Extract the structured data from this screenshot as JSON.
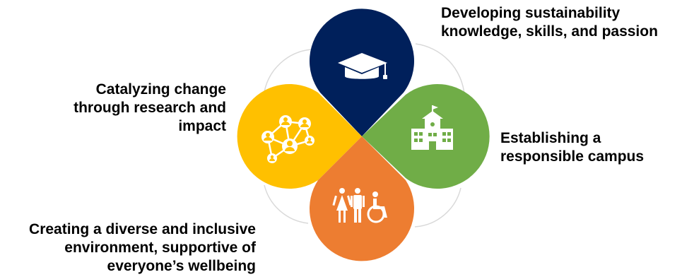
{
  "petals": [
    {
      "id": "education",
      "color": "#00205B",
      "icon": "graduation-cap-icon",
      "label_lines": [
        "Developing sustainability",
        "knowledge, skills, and passion"
      ]
    },
    {
      "id": "campus",
      "color": "#70AD47",
      "icon": "school-building-icon",
      "label_lines": [
        "Establishing a",
        "responsible campus"
      ]
    },
    {
      "id": "research",
      "color": "#FFC000",
      "icon": "network-people-icon",
      "label_lines": [
        "Catalyzing change",
        "through research and",
        "impact"
      ]
    },
    {
      "id": "inclusion",
      "color": "#ED7D31",
      "icon": "people-accessibility-icon",
      "label_lines": [
        "Creating a diverse and inclusive",
        "environment, supportive of",
        "everyone’s wellbeing"
      ]
    }
  ],
  "colors": {
    "outline": "#D9D9D9",
    "icon": "#FFFFFF",
    "text": "#000000"
  }
}
